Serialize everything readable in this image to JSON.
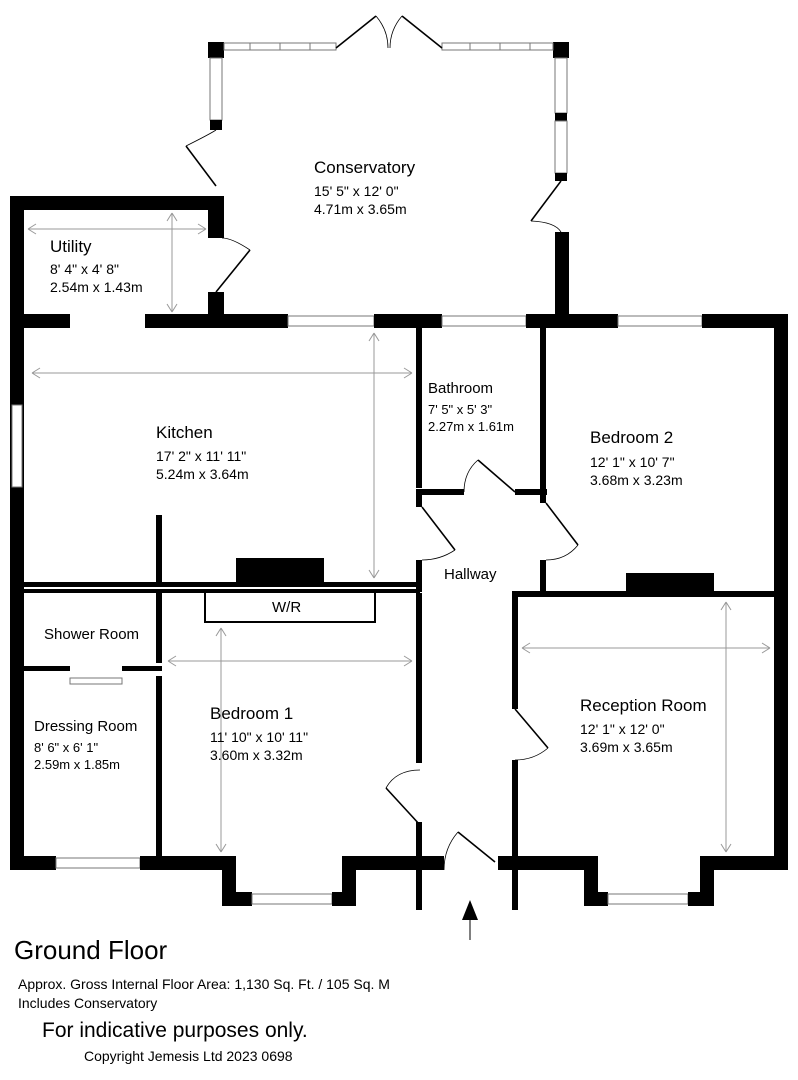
{
  "plan": {
    "floor_title": "Ground Floor",
    "area_text": "Approx. Gross Internal Floor Area: 1,130 Sq. Ft. / 105 Sq. M",
    "includes_text": "Includes Conservatory",
    "disclaimer": "For indicative purposes only.",
    "copyright": "Copyright Jemesis Ltd 2023 0698",
    "wardrobe_label": "W/R"
  },
  "rooms": {
    "conservatory": {
      "name": "Conservatory",
      "imperial": "15' 5\" x 12' 0\"",
      "metric": "4.71m x 3.65m"
    },
    "utility": {
      "name": "Utility",
      "imperial": "8' 4\" x 4' 8\"",
      "metric": "2.54m x 1.43m"
    },
    "kitchen": {
      "name": "Kitchen",
      "imperial": "17' 2\" x 11' 11\"",
      "metric": "5.24m x 3.64m"
    },
    "bathroom": {
      "name": "Bathroom",
      "imperial": "7' 5\" x 5' 3\"",
      "metric": "2.27m x 1.61m"
    },
    "bedroom2": {
      "name": "Bedroom 2",
      "imperial": "12' 1\" x 10' 7\"",
      "metric": "3.68m x 3.23m"
    },
    "hallway": {
      "name": "Hallway"
    },
    "shower": {
      "name": "Shower Room"
    },
    "dressing": {
      "name": "Dressing Room",
      "imperial": "8' 6\" x 6' 1\"",
      "metric": "2.59m x 1.85m"
    },
    "bedroom1": {
      "name": "Bedroom 1",
      "imperial": "11' 10\" x 10' 11\"",
      "metric": "3.60m x 3.32m"
    },
    "reception": {
      "name": "Reception Room",
      "imperial": "12' 1\" x 12' 0\"",
      "metric": "3.69m x 3.65m"
    }
  }
}
